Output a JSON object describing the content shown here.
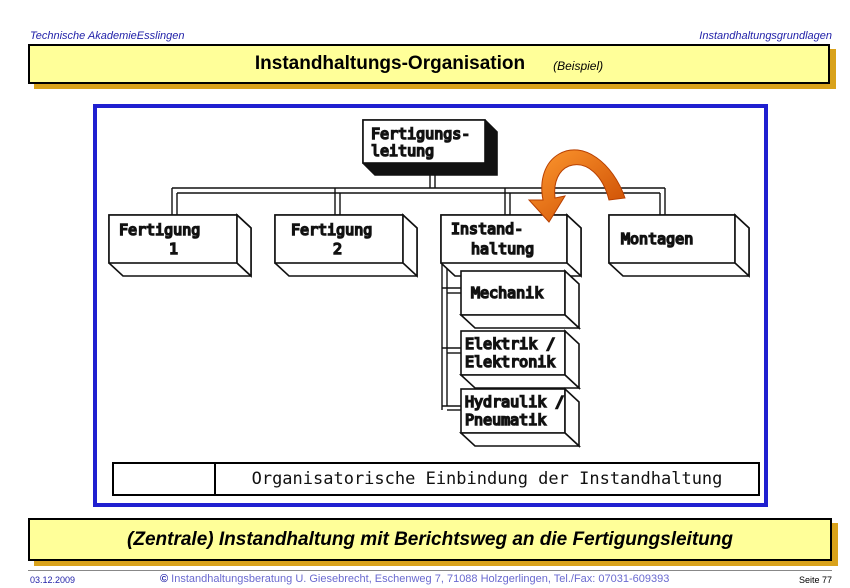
{
  "header": {
    "left": "Technische AkademieEsslingen",
    "right": "Instandhaltungsgrundlagen"
  },
  "title": {
    "main": "Instandhaltungs-Organisation",
    "sub": "(Beispiel)"
  },
  "org": {
    "top": [
      "Fertigungs-",
      "leitung"
    ],
    "fertigung1": [
      "Fertigung",
      "1"
    ],
    "fertigung2": [
      "Fertigung",
      "2"
    ],
    "instandhaltung": [
      "Instand-",
      "haltung"
    ],
    "montagen": "Montagen",
    "mechanik": "Mechanik",
    "elektrik": [
      "Elektrik /",
      "Elektronik"
    ],
    "hydraulik": [
      "Hydraulik /",
      "Pneumatik"
    ]
  },
  "caption": "Organisatorische Einbindung der Instandhaltung",
  "summary": "(Zentrale) Instandhaltung mit Berichtsweg an die Fertigungsleitung",
  "footer": {
    "date": "03.12.2009",
    "copyright_symbol": "©",
    "copyright": "Instandhaltungsberatung U. Giesebrecht, Eschenweg 7, 71088 Holzgerlingen, Tel./Fax: 07031-609393",
    "page": "Seite 77"
  },
  "colors": {
    "accent_yellow": "#ffff99",
    "shadow_orange": "#d9a21b",
    "frame_blue": "#2020d0",
    "arrow_orange": "#e8640c"
  }
}
